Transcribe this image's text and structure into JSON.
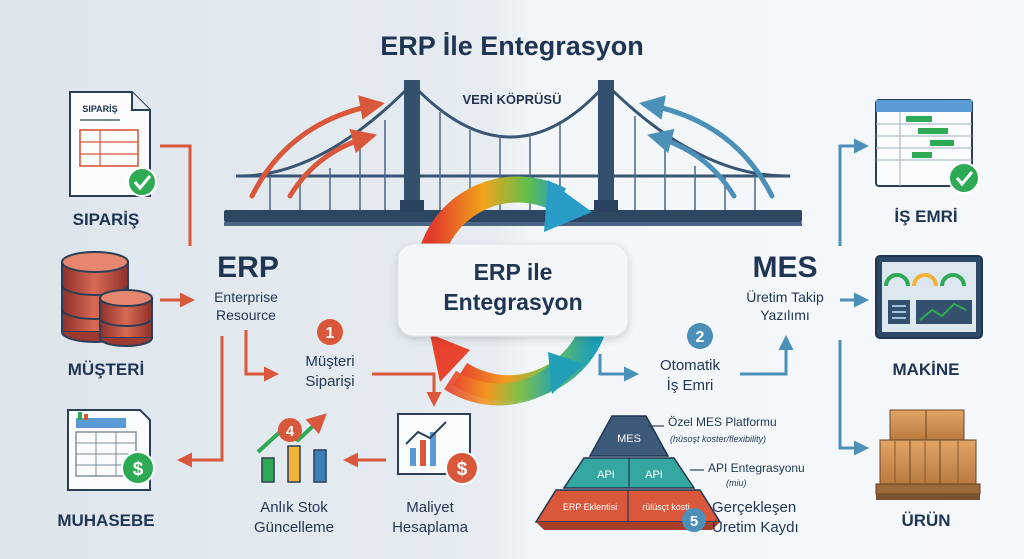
{
  "title": "ERP İle Entegrasyon",
  "bridge": {
    "label": "VERİ KÖPRÜSÜ"
  },
  "center": {
    "line1": "ERP ile",
    "line2": "Entegrasyon"
  },
  "erp": {
    "title": "ERP",
    "line1": "Enterprise",
    "line2": "Resource"
  },
  "mes": {
    "title": "MES",
    "line1": "Üretim Takip",
    "line2": "Yazılımı"
  },
  "left_items": {
    "siparis": {
      "doc_header": "SIPARİŞ",
      "label": "SIPARİŞ"
    },
    "musteri": {
      "label": "MÜŞTERİ"
    },
    "muhasebe": {
      "label": "MUHASEBE",
      "symbol": "$"
    }
  },
  "right_items": {
    "is_emri": {
      "label": "İŞ EMRİ"
    },
    "makine": {
      "label": "MAKİNE"
    },
    "urun": {
      "label": "ÜRÜN"
    }
  },
  "steps": {
    "s1": {
      "num": "1",
      "line1": "Müşteri",
      "line2": "Siparişi"
    },
    "s2": {
      "num": "2",
      "line1": "Otomatik",
      "line2": "İş Emri"
    },
    "s3": {
      "line1": "Maliyet",
      "line2": "Hesaplama",
      "symbol": "$"
    },
    "s4": {
      "num": "4",
      "line1": "Anlık Stok",
      "line2": "Güncelleme"
    },
    "s5": {
      "num": "5",
      "line1": "Gerçekleşen",
      "line2": "Üretim Kaydı"
    }
  },
  "pyramid": {
    "top": "MES",
    "mid_left": "API",
    "mid_right": "API",
    "bottom_left": "ERP Eklentisi",
    "bottom_right": "rülüsçt kosti",
    "note1_title": "Özel MES Platformu",
    "note1_sub": "(hüsoşt koster/flexibility)",
    "note2_title": "API Entegrasyonu",
    "note2_sub": "(miu)"
  },
  "colors": {
    "red": "#d9573b",
    "blue": "#4a90b8",
    "navy": "#1f3552",
    "green": "#2eaa55"
  }
}
